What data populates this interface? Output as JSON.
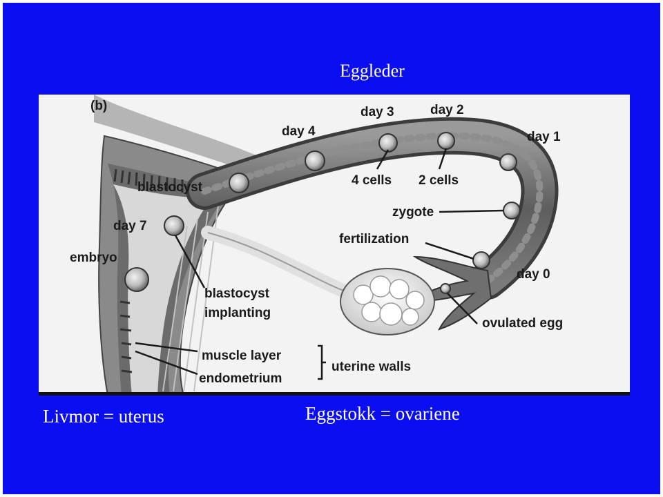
{
  "slide": {
    "title": "Eggleder",
    "caption_left": "Livmor = uterus",
    "caption_right": "Eggstokk = ovariene",
    "background": "#0a0ef0"
  },
  "diagram": {
    "panel_label": "(b)",
    "labels": {
      "day3": "day 3",
      "day2": "day 2",
      "day4": "day 4",
      "day1": "day 1",
      "blastocyst": "blastocyst",
      "cells4": "4 cells",
      "cells2": "2 cells",
      "zygote": "zygote",
      "day7": "day 7",
      "fertilization": "fertilization",
      "embryo": "embryo",
      "day0": "day 0",
      "blastocyst_implanting_1": "blastocyst",
      "blastocyst_implanting_2": "implanting",
      "ovulated_egg": "ovulated egg",
      "muscle_layer": "muscle layer",
      "uterine_walls": "uterine walls",
      "endometrium": "endometrium"
    }
  }
}
